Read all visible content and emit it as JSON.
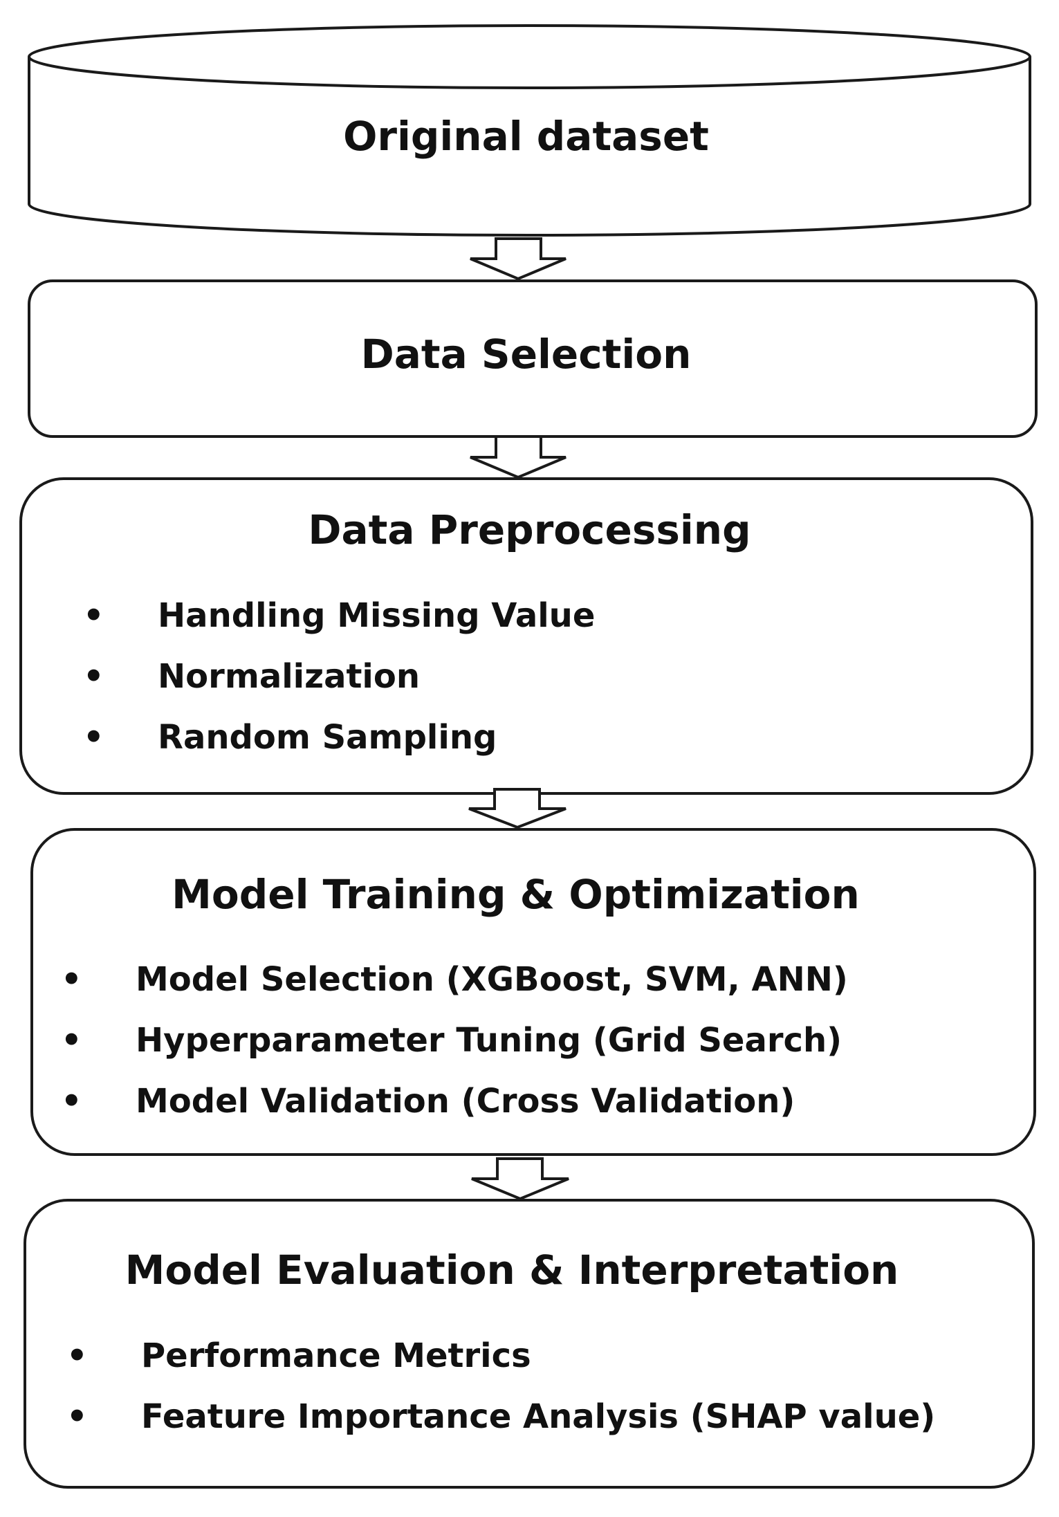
{
  "diagram": {
    "steps": [
      {
        "id": "original-dataset",
        "title": "Original dataset",
        "items": []
      },
      {
        "id": "data-selection",
        "title": "Data Selection",
        "items": []
      },
      {
        "id": "data-preprocessing",
        "title": "Data Preprocessing",
        "items": [
          "Handling Missing Value",
          "Normalization",
          "Random Sampling"
        ]
      },
      {
        "id": "model-training",
        "title": "Model Training & Optimization",
        "items": [
          "Model Selection (XGBoost, SVM, ANN)",
          "Hyperparameter Tuning (Grid Search)",
          "Model Validation (Cross Validation)"
        ]
      },
      {
        "id": "model-evaluation",
        "title": "Model Evaluation & Interpretation",
        "items": [
          "Performance Metrics",
          "Feature Importance Analysis (SHAP value)"
        ]
      }
    ],
    "bullet_symbol": "•",
    "colors": {
      "stroke": "#1a1a1a",
      "fill": "#ffffff",
      "text": "#111111"
    }
  }
}
